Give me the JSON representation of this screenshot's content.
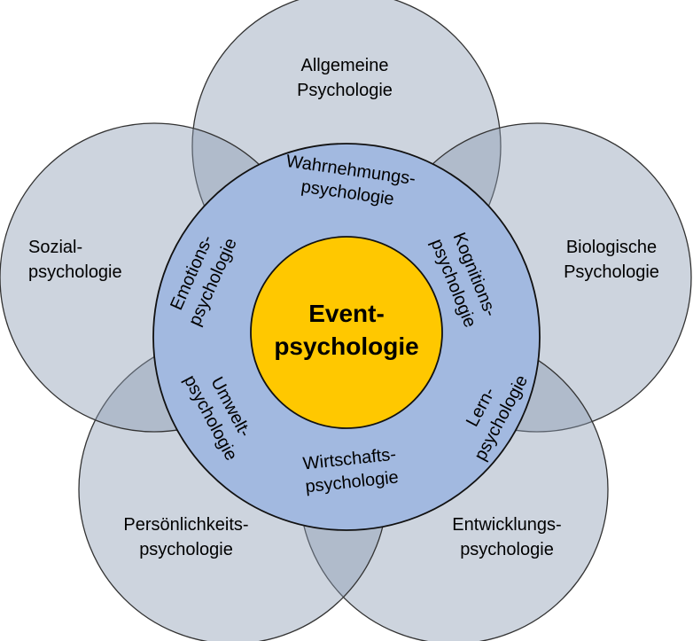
{
  "outer_areas": [
    {
      "id": "allgemeine",
      "lines": [
        "Allgemeine",
        "Psychologie"
      ]
    },
    {
      "id": "biologische",
      "lines": [
        "Biologische",
        "Psychologie"
      ]
    },
    {
      "id": "entwicklung",
      "lines": [
        "Entwicklungs-",
        "psychologie"
      ]
    },
    {
      "id": "persoenlichkeit",
      "lines": [
        "Persönlichkeits-",
        "psychologie"
      ]
    },
    {
      "id": "sozial",
      "lines": [
        "Sozial-",
        "psychologie"
      ]
    }
  ],
  "ring_areas": [
    {
      "id": "wahrnehmung",
      "lines": [
        "Wahrnehmungs-",
        "psychologie"
      ]
    },
    {
      "id": "kognition",
      "lines": [
        "Kognitions-",
        "psychologie"
      ]
    },
    {
      "id": "lern",
      "lines": [
        "Lern-",
        "psychologie"
      ]
    },
    {
      "id": "wirtschaft",
      "lines": [
        "Wirtschafts-",
        "psychologie"
      ]
    },
    {
      "id": "umwelt",
      "lines": [
        "Umwelt-",
        "psychologie"
      ]
    },
    {
      "id": "emotion",
      "lines": [
        "Emotions-",
        "psychologie"
      ]
    }
  ],
  "core": {
    "lines": [
      "Event-",
      "psychologie"
    ]
  },
  "colors": {
    "outer": "#8c9bb3",
    "ring": "#a2b9e0",
    "core": "#ffc800",
    "stroke": "#1a1a1a"
  }
}
